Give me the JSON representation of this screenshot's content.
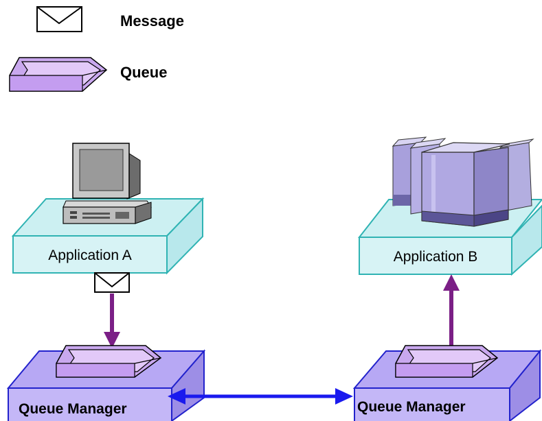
{
  "legend": {
    "message_label": "Message",
    "queue_label": "Queue"
  },
  "nodes": {
    "application_a": "Application A",
    "application_b": "Application B",
    "queue_manager_left": "Queue Manager",
    "queue_manager_right": "Queue Manager"
  },
  "colors": {
    "app_platform_fill": "#ccf0f2",
    "app_platform_side": "#b8e8ec",
    "app_platform_stroke": "#2fb3b3",
    "qm_box_fill": "#b7a8f4",
    "qm_box_stroke": "#2222cc",
    "queue_fill": "#c9a8ee",
    "queue_stroke": "#000000",
    "flow_arrow": "#7b1f86",
    "channel_arrow": "#1a1aee",
    "server_fill": "#9a90cf"
  },
  "icons": [
    "envelope-icon",
    "queue-tray-icon",
    "computer-icon",
    "server-icon",
    "arrow-down-icon",
    "arrow-up-icon",
    "double-arrow-icon"
  ]
}
